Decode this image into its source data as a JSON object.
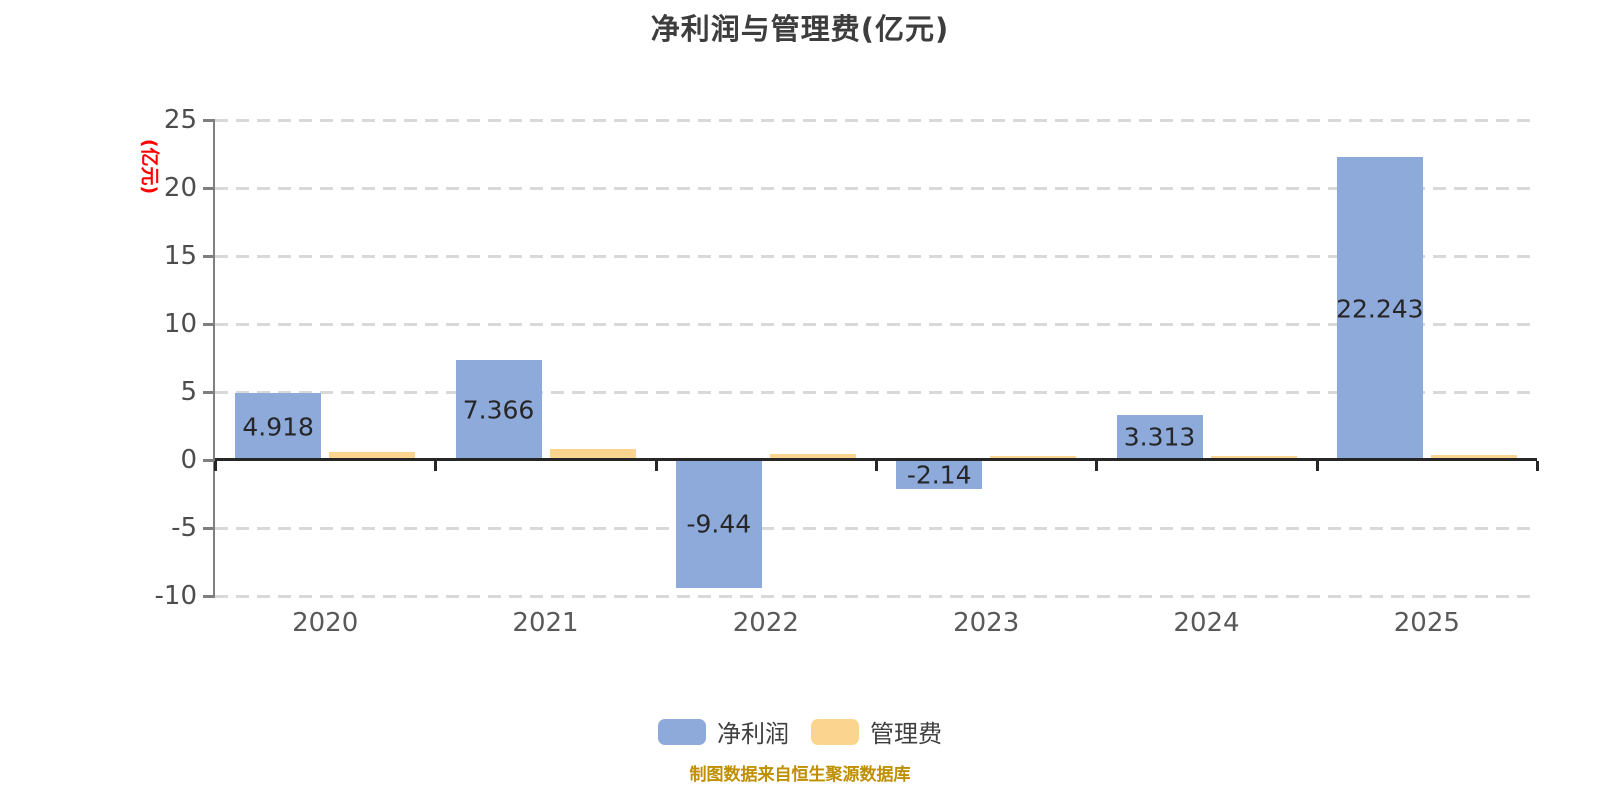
{
  "chart_data": {
    "type": "bar",
    "title": "净利润与管理费(亿元)",
    "y_axis_unit": "(亿元)",
    "categories": [
      "2020",
      "2021",
      "2022",
      "2023",
      "2024",
      "2025"
    ],
    "series": [
      {
        "name": "净利润",
        "color": "#8EAADB",
        "values": [
          4.918,
          7.366,
          -9.44,
          -2.14,
          3.313,
          22.243
        ],
        "data_labels": [
          "4.918",
          "7.366",
          "-9.44",
          "-2.14",
          "3.313",
          "22.243"
        ]
      },
      {
        "name": "管理费",
        "color": "#FBD58F",
        "values": [
          0.6,
          0.8,
          0.45,
          0.3,
          0.3,
          0.35
        ],
        "values_note": "unlabeled small bars, estimated from pixels",
        "data_labels": []
      }
    ],
    "y_ticks": [
      25,
      20,
      15,
      10,
      5,
      0,
      -5,
      -10
    ],
    "ylim": [
      -10,
      25
    ],
    "grid": "horizontal dashed lines at each y tick except 0; solid dark axis at 0",
    "legend_position": "bottom-center",
    "source_note": "制图数据来自恒生聚源数据库"
  },
  "colors": {
    "background": "#ffffff",
    "title_text": "#3d3d3d",
    "y_unit_text": "#ff0000",
    "gridline": "#d9d9d9",
    "y_axis": "#7f7f7f",
    "zero_axis": "#262626",
    "tick_label": "#4d4d4d",
    "category_label": "#595959",
    "value_label": "#262626",
    "legend_text": "#404040",
    "source_text": "#bf8f00"
  }
}
